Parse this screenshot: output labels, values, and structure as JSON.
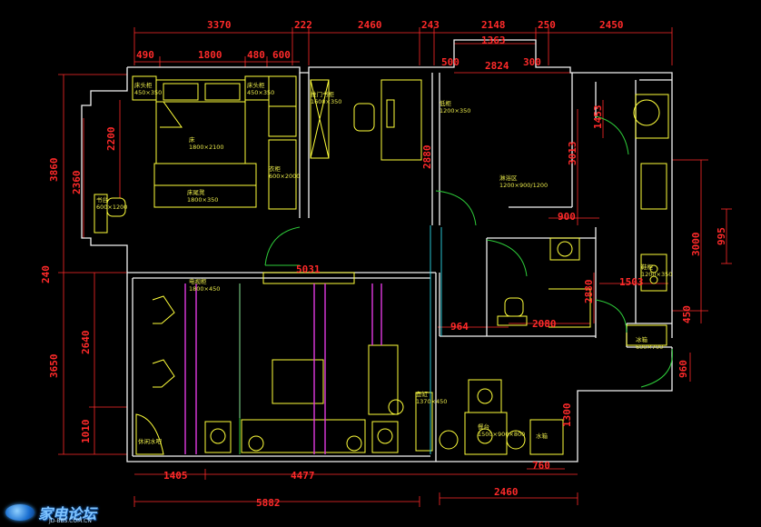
{
  "dimensions": {
    "top": [
      "3370",
      "222",
      "2460",
      "243",
      "2148",
      "250",
      "2450"
    ],
    "top2": [
      "490",
      "1800",
      "480",
      "600",
      "500",
      "2824",
      "300"
    ],
    "top_window": "1363",
    "left": [
      "3860",
      "2360",
      "240",
      "3650",
      "2640",
      "1010"
    ],
    "left_inner": "2200",
    "inner": [
      "3013",
      "1453",
      "2880",
      "900",
      "5031",
      "2880",
      "1503",
      "964",
      "2080"
    ],
    "right": [
      "3000",
      "995",
      "450",
      "960",
      "1300"
    ],
    "bottom": [
      "1405",
      "4477",
      "5882",
      "2460",
      "760"
    ]
  },
  "labels": {
    "bedside_left": "床头柜\n450×350",
    "bedside_right": "床头柜\n450×350",
    "bed": "床\n1800×2100",
    "bed_stool": "床尾凳\n1800×350",
    "wardrobe": "衣柜\n600×2000",
    "desk": "书台\n600×1200",
    "sliding_door": "推门书柜\n1600×350",
    "lower_cabinet": "低柜\n1200×350",
    "bathroom": "淋浴区\n1200×900/1200",
    "shoe_cabinet": "鞋柜\n1200×350",
    "tv_cabinet": "电视柜\n1800×450",
    "dining_table": "餐台\n1500×900×800",
    "aquarium": "鱼缸\n1370×450",
    "fridge": "冰箱\n600×700",
    "water_tank": "水箱",
    "side_label": "休闲水吧"
  },
  "watermark": {
    "title": "家电论坛",
    "url": "JD-BBS.COM.CN"
  }
}
